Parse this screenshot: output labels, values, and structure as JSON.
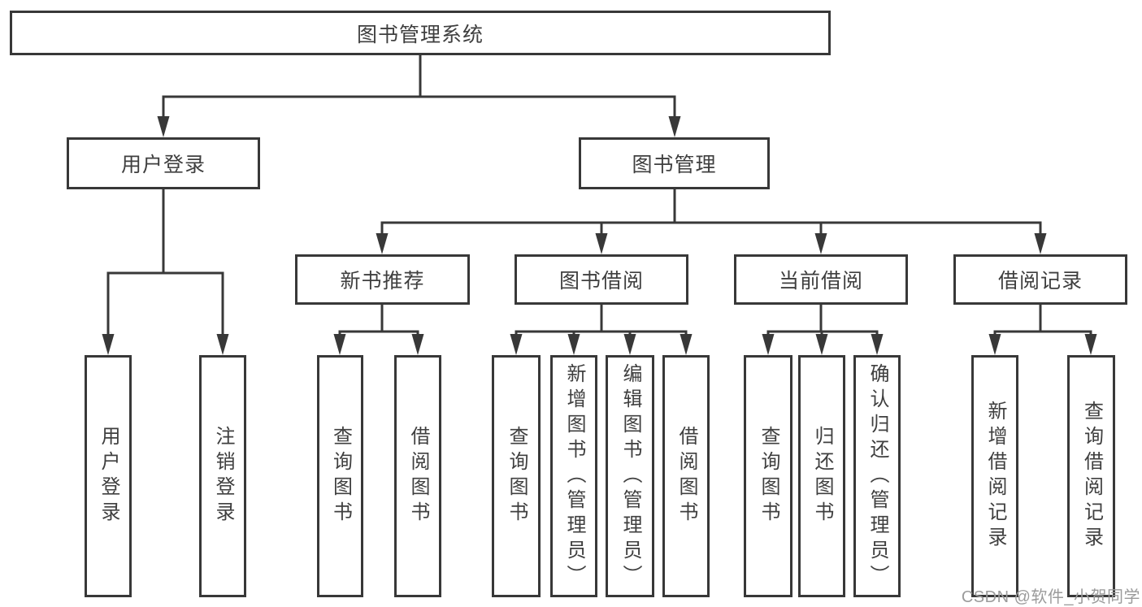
{
  "diagram_title": "图书管理系统",
  "tree": {
    "label": "图书管理系统",
    "children": [
      {
        "label": "用户登录",
        "children": [
          {
            "label": "用户登录"
          },
          {
            "label": "注销登录"
          }
        ]
      },
      {
        "label": "图书管理",
        "children": [
          {
            "label": "新书推荐",
            "children": [
              {
                "label": "查询图书"
              },
              {
                "label": "借阅图书"
              }
            ]
          },
          {
            "label": "图书借阅",
            "children": [
              {
                "label": "查询图书"
              },
              {
                "label": "新增图书（管理员）"
              },
              {
                "label": "编辑图书（管理员）"
              },
              {
                "label": "借阅图书"
              }
            ]
          },
          {
            "label": "当前借阅",
            "children": [
              {
                "label": "查询图书"
              },
              {
                "label": "归还图书"
              },
              {
                "label": "确认归还（管理员）"
              }
            ]
          },
          {
            "label": "借阅记录",
            "children": [
              {
                "label": "新增借阅记录"
              },
              {
                "label": "查询借阅记录"
              }
            ]
          }
        ]
      }
    ]
  },
  "watermark": {
    "text": "CSDN @软件_小贺同学"
  },
  "colors": {
    "line": "#383838",
    "box_border": "#383838",
    "box_fill": "#ffffff",
    "text": "#3f3f3f",
    "watermark": "#9b9b9b",
    "background": "#ffffff"
  }
}
